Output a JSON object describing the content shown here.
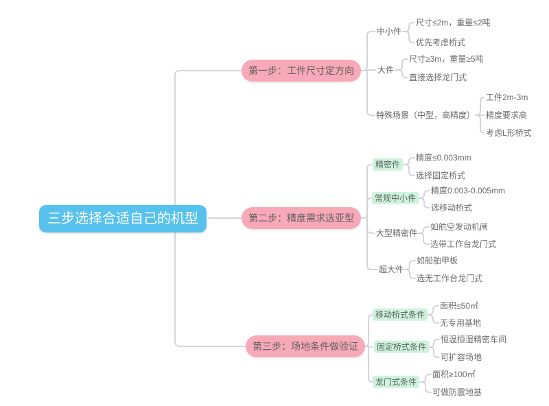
{
  "colors": {
    "root_bg": "#57C2ED",
    "root_text": "#FFFFFF",
    "branch_bg": "#F7A9B7",
    "highlight_bg": "#CDF3DC",
    "text": "#666666",
    "line": "#CDD2D8"
  },
  "mindmap": {
    "root": "三步选择合适自己的机型",
    "branches": [
      {
        "label": "第一步：工件尺寸定方向",
        "children": [
          {
            "label": "中小件",
            "highlighted": false,
            "leaves": [
              "尺寸≤2m，重量≤2吨",
              "优先考虑桥式"
            ]
          },
          {
            "label": "大件",
            "highlighted": false,
            "leaves": [
              "尺寸≥3m，重量≥5吨",
              "直接选择龙门式"
            ]
          },
          {
            "label": "特殊场景（中型，高精度）",
            "highlighted": false,
            "leaves": [
              "工件2m-3m",
              "精度要求高",
              "考虑L形桥式"
            ]
          }
        ]
      },
      {
        "label": "第二步：精度需求选亚型",
        "children": [
          {
            "label": "精密件",
            "highlighted": true,
            "leaves": [
              "精度≤0.003mm",
              "选择固定桥式"
            ]
          },
          {
            "label": "常规中小件",
            "highlighted": true,
            "leaves": [
              "精度0.003-0.005mm",
              "选移动桥式"
            ]
          },
          {
            "label": "大型精密件",
            "highlighted": false,
            "leaves": [
              "如航空发动机闸",
              "选带工作台龙门式"
            ]
          },
          {
            "label": "超大件",
            "highlighted": false,
            "leaves": [
              "如船舶甲板",
              "选无工作台龙门式"
            ]
          }
        ]
      },
      {
        "label": "第三步：场地条件做验证",
        "children": [
          {
            "label": "移动桥式条件",
            "highlighted": true,
            "leaves": [
              "面积≤50㎡",
              "无专用基地"
            ]
          },
          {
            "label": "固定桥式条件",
            "highlighted": true,
            "leaves": [
              "恒温恒湿精密车间",
              "可扩容场地"
            ]
          },
          {
            "label": "龙门式条件",
            "highlighted": true,
            "leaves": [
              "面积≥100㎡",
              "可做防震地基"
            ]
          }
        ]
      }
    ]
  }
}
